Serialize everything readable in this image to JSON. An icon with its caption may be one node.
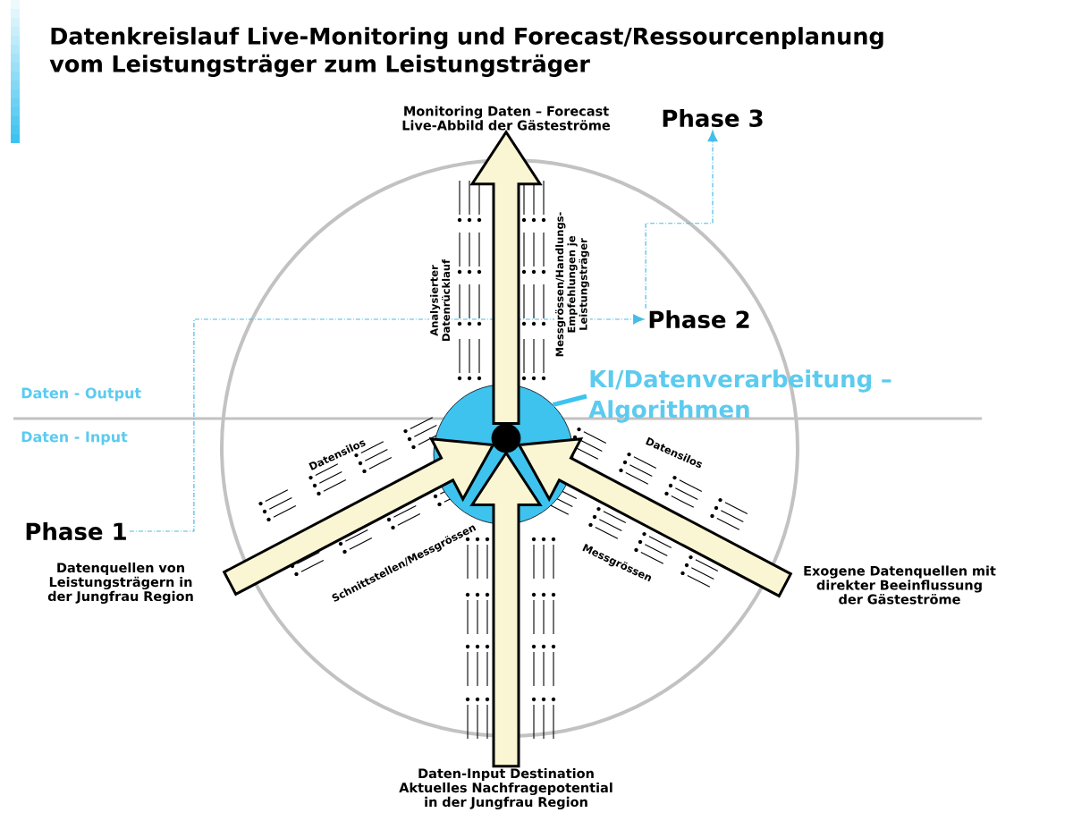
{
  "diagram": {
    "title": "Datenkreislauf Live-Monitoring und Forecast/Ressourcenplanung vom Leistungsträger zum Leistungsträger",
    "nodes": [
      {
        "text": [
          "Monitoring Daten – Forecast Live-Abbild der Gästeströme"
        ]
      },
      {
        "text": [
          "Phase 3"
        ]
      },
      {
        "text": [
          "Phase 2"
        ]
      },
      {
        "text": [
          "KI/Datenverarbeitung – Algorithmen"
        ]
      },
      {
        "text": [],
        "shape": "circle"
      },
      {
        "text": [],
        "shape": "circle",
        "in": 4
      },
      {
        "text": [
          "Phase 1"
        ]
      },
      {
        "text": [
          "Datenquellen von Leistungsträgern in der Jungfrau Region"
        ]
      },
      {
        "text": [
          "Exogene Datenquellen mit direkter Beeinflussung der Gästeströme"
        ]
      },
      {
        "text": [
          "Daten-Input Destination Aktuelles Nachfragepotential in der Jungfrau Region"
        ]
      }
    ],
    "edges": [
      {
        "from": 7,
        "to": 5,
        "arrow": "to",
        "style": "thick"
      },
      {
        "from": 8,
        "to": 5,
        "arrow": "to",
        "style": "thick"
      },
      {
        "from": 9,
        "to": 5,
        "arrow": "to",
        "style": "thick"
      },
      {
        "from": 5,
        "to": 0,
        "arrow": "to",
        "style": "thick"
      },
      {
        "from": 3,
        "to": 4,
        "arrow": "none",
        "style": "thick",
        "color": "#3ec3ef"
      },
      {
        "from": 6,
        "to": 2,
        "arrow": "to",
        "style": "dashed",
        "color": "#45bde8"
      },
      {
        "from": 2,
        "to": 1,
        "arrow": "to",
        "style": "dashed",
        "color": "#45bde8"
      }
    ],
    "labels": [
      "Daten - Output",
      "Daten - Input",
      "Analysierter Datenrücklauf",
      "Messgrössen/Handlungs- Empfehlungen je Leistungsträger",
      "Datensilos",
      "Datensilos",
      "Schnittstellen/Messgrössen",
      "Messgrössen"
    ]
  }
}
